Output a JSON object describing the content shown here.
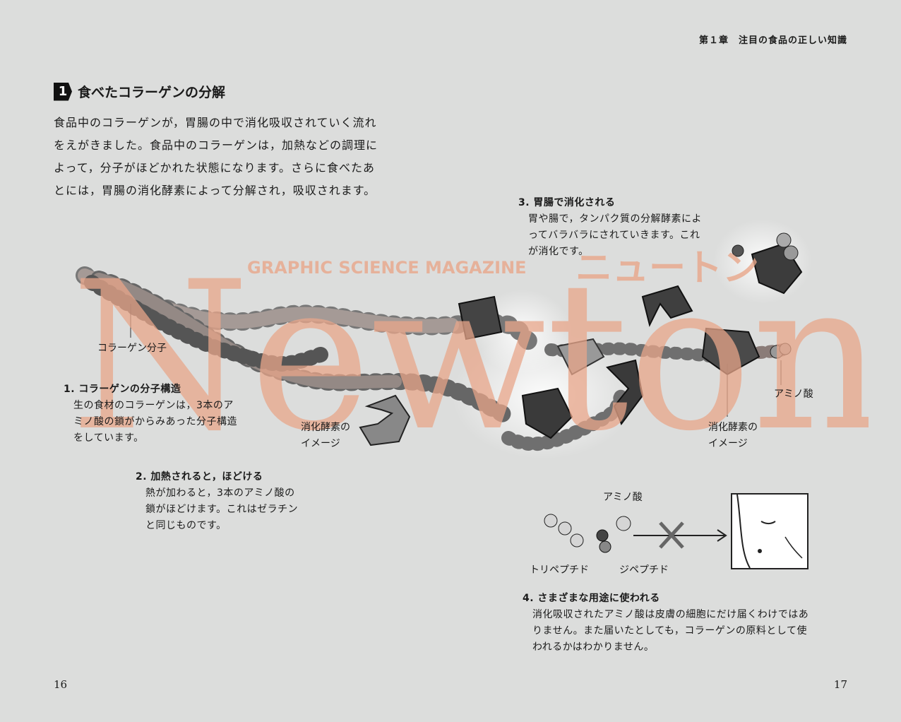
{
  "header": {
    "chapter": "第１章　注目の食品の正しい知識"
  },
  "section": {
    "number": "1",
    "title": "食べたコラーゲンの分解",
    "intro": "食品中のコラーゲンが，胃腸の中で消化吸収されていく流れをえがきました。食品中のコラーゲンは，加熱などの調理によって，分子がほどかれた状態になります。さらに食べたあとには，胃腸の消化酵素によって分解され，吸収されます。"
  },
  "steps": [
    {
      "heading": "1. コラーゲンの分子構造",
      "body": "生の食材のコラーゲンは，3本のアミノ酸の鎖がからみあった分子構造をしています。"
    },
    {
      "heading": "2. 加熱されると，ほどける",
      "body": "熱が加わると，3本のアミノ酸の鎖がほどけます。これはゼラチンと同じものです。"
    },
    {
      "heading": "3. 胃腸で消化される",
      "body": "胃や腸で，タンパク質の分解酵素によってバラバラにされていきます。これが消化です。"
    },
    {
      "heading": "4. さまざまな用途に使われる",
      "body": "消化吸収されたアミノ酸は皮膚の細胞にだけ届くわけではありません。また届いたとしても，コラーゲンの原料として使われるかはわかりません。"
    }
  ],
  "labels": {
    "collagen_molecule": "コラーゲン分子",
    "enzyme_image_1": "消化酵素の\nイメージ",
    "enzyme_image_2": "消化酵素の\nイメージ",
    "amino_acid_1": "アミノ酸",
    "amino_acid_2": "アミノ酸",
    "tripeptide": "トリペプチド",
    "dipeptide": "ジペプチド"
  },
  "watermark": {
    "brand": "Newton",
    "tagline": "GRAPHIC SCIENCE MAGAZINE",
    "kana": "ニュートン",
    "color": "#e8a68a"
  },
  "page_numbers": {
    "left": "16",
    "right": "17"
  }
}
